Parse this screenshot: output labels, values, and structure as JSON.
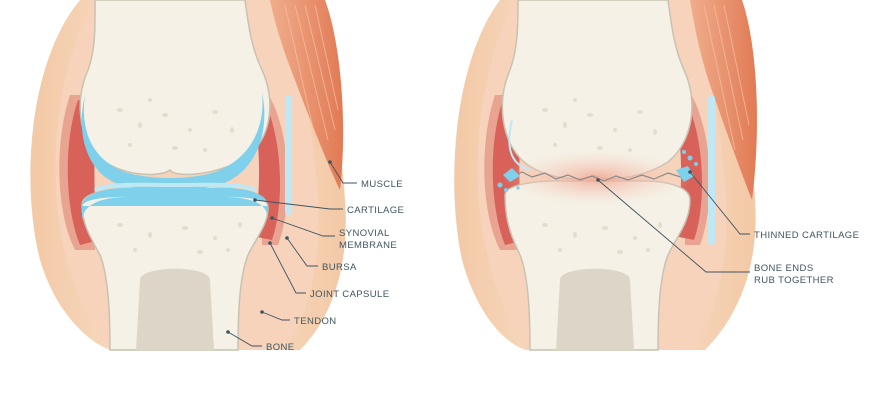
{
  "labels": {
    "muscle": "MUSCLE",
    "cartilage": "CARTILAGE",
    "synovial_1": "SYNOVIAL",
    "synovial_2": "MEMBRANE",
    "bursa": "BURSA",
    "joint_capsule": "JOINT CAPSULE",
    "tendon": "TENDON",
    "bone": "BONE",
    "thinned_cartilage": "THINNED CARTILAGE",
    "bone_ends_1": "BONE ENDS",
    "bone_ends_2": "RUB TOGETHER"
  },
  "colors": {
    "skin": "#f6dcc4",
    "muscle": "#e58a66",
    "muscle_light": "#f0ad8b",
    "capsule": "#e38878",
    "synovium": "#d9635a",
    "cartilage": "#7fd0ea",
    "cartilage_light": "#bfe8f4",
    "bone": "#f5f1e6",
    "marrow": "#dcd5c8",
    "bone_outline": "#c9c2b2",
    "label": "#3f5560"
  }
}
